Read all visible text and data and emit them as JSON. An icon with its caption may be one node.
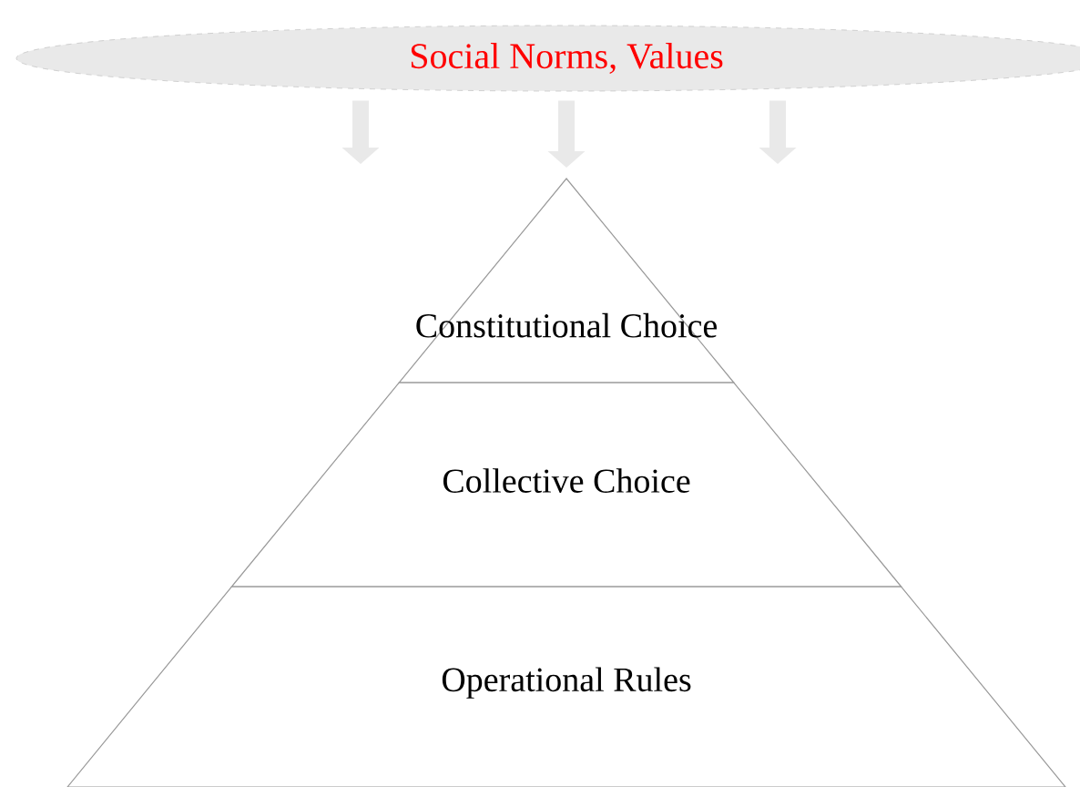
{
  "diagram": {
    "nodes": [
      {
        "text": [
          "Social Norms, Values"
        ]
      },
      {
        "text": [
          "Constitutional Choice"
        ]
      },
      {
        "text": [
          "Collective Choice"
        ]
      },
      {
        "text": [
          "Operational Rules"
        ]
      }
    ],
    "edges": [
      {
        "from": 0,
        "to": null,
        "arrow": "to"
      },
      {
        "from": 0,
        "to": 1,
        "arrow": "to"
      },
      {
        "from": 0,
        "to": null,
        "arrow": "to"
      }
    ]
  }
}
